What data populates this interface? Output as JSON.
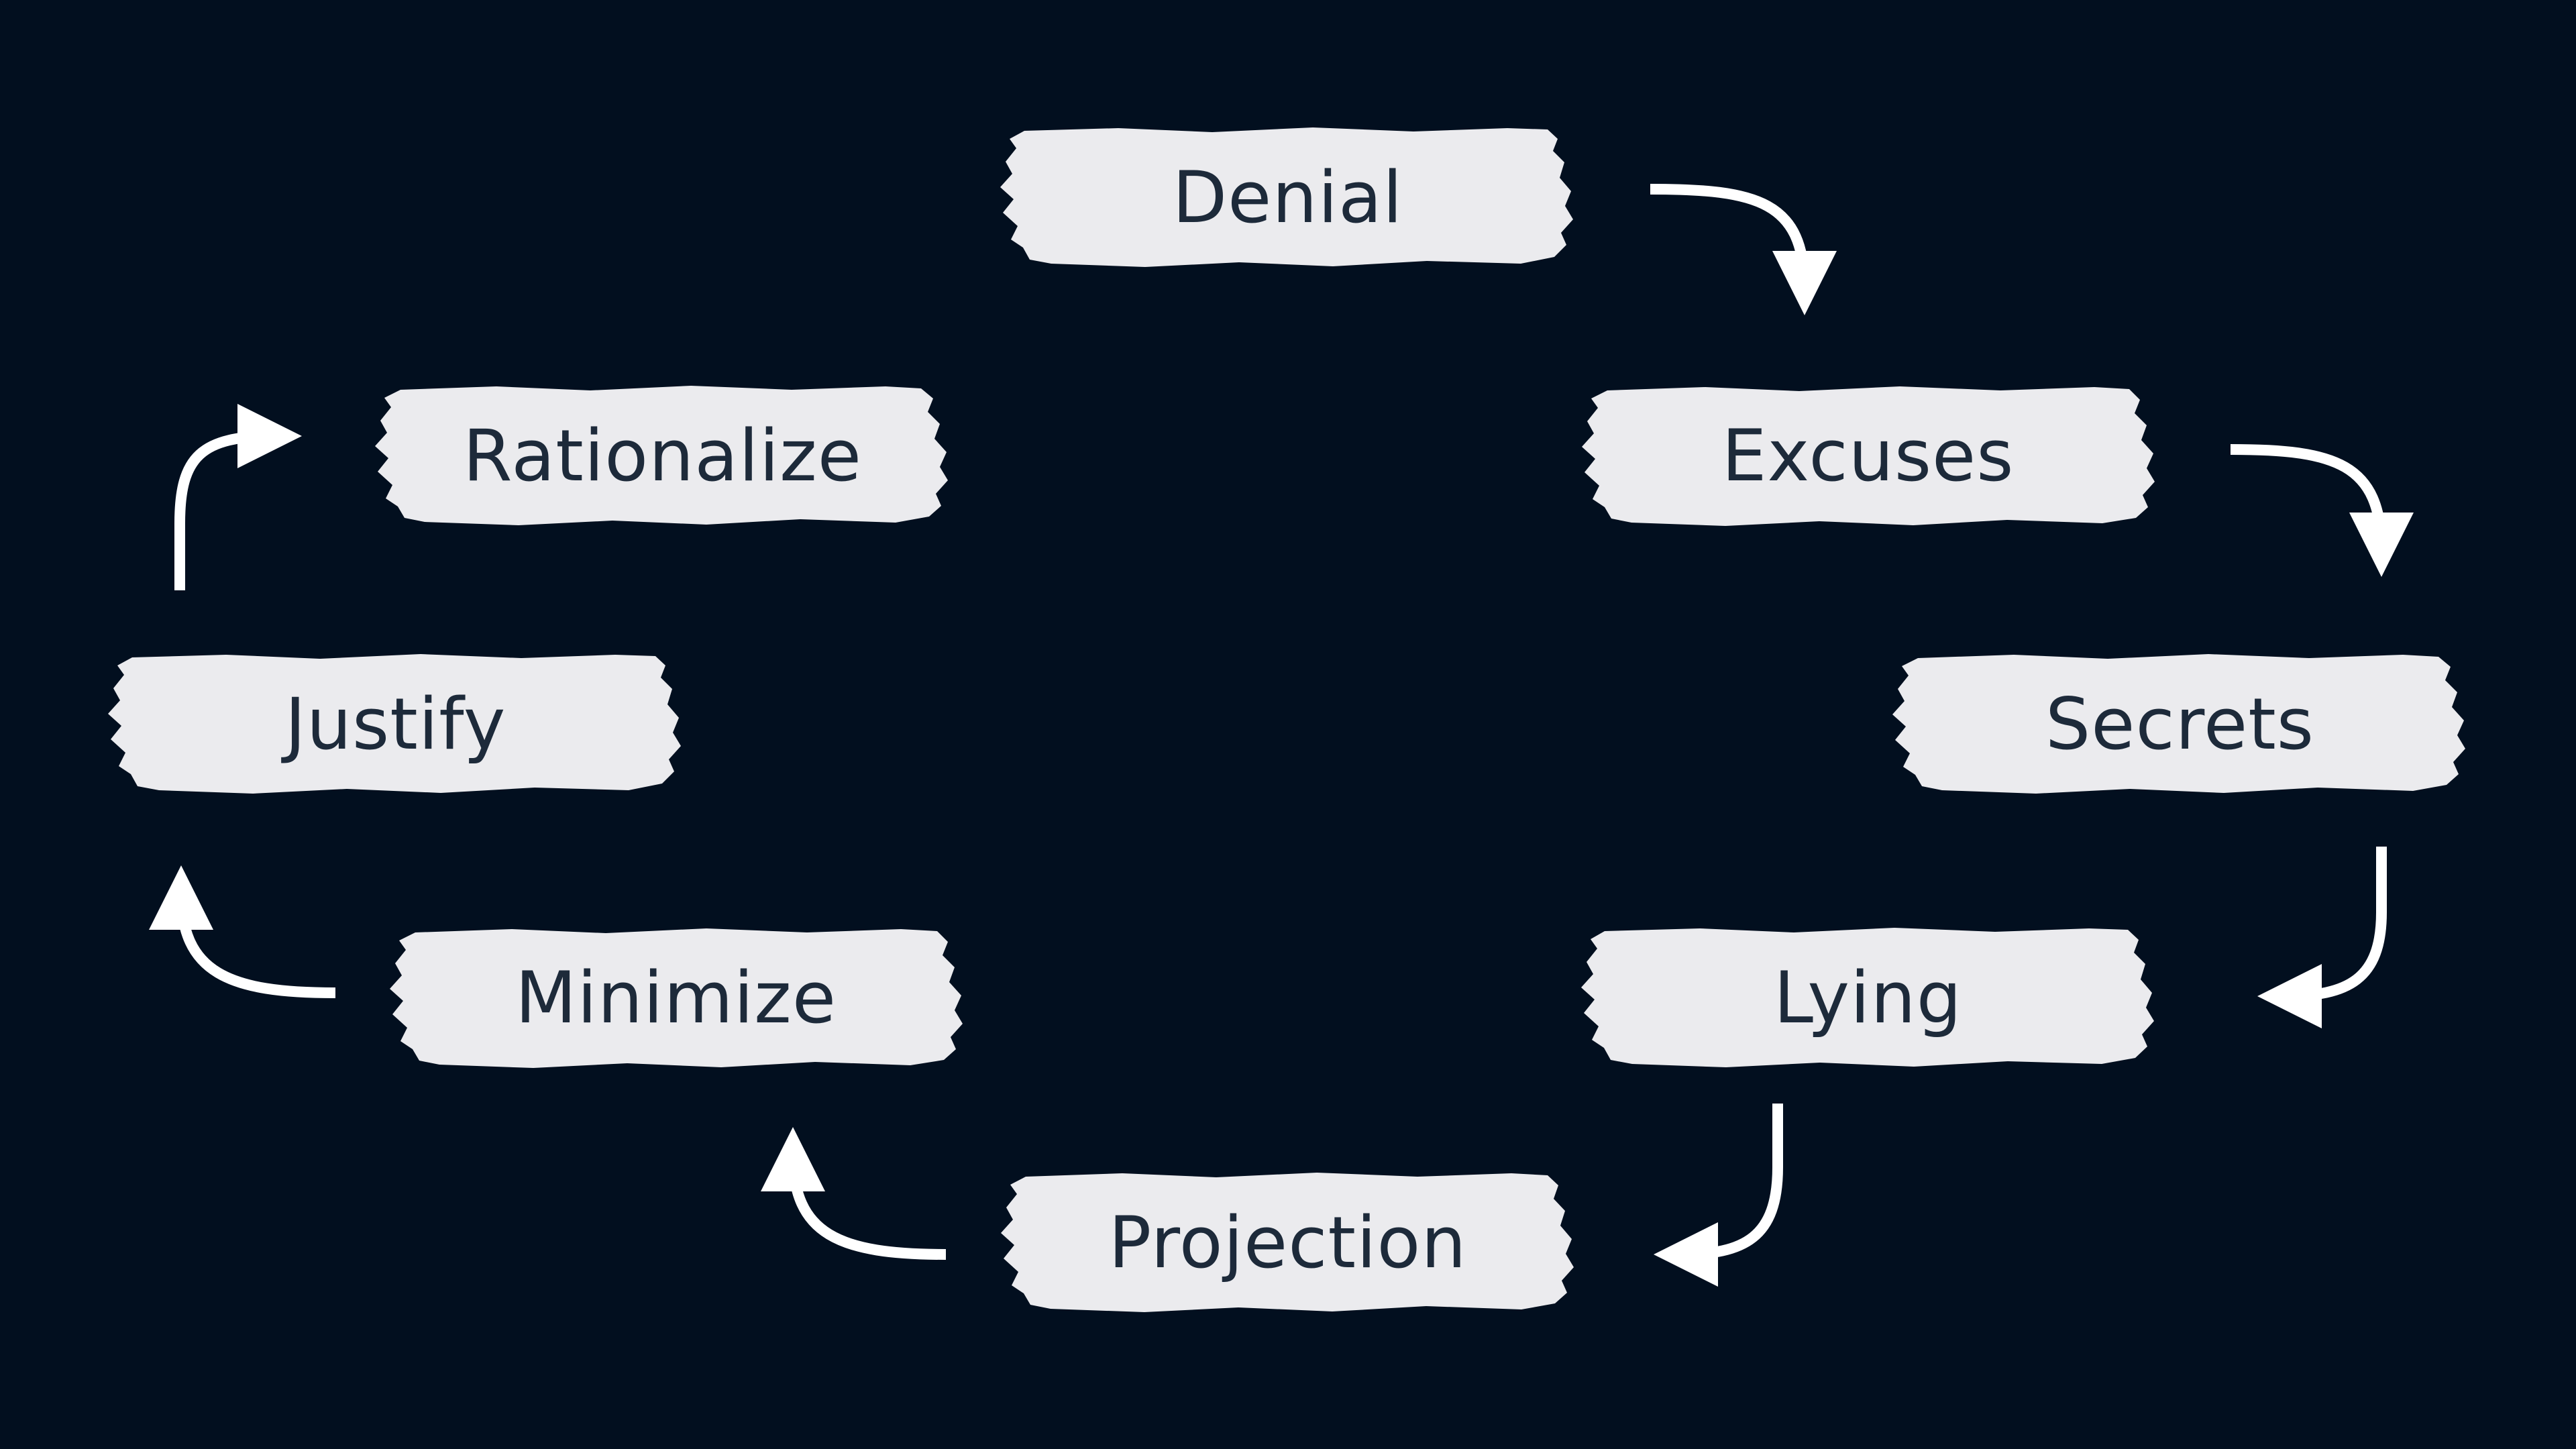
{
  "diagram": {
    "background_color": "#020f1f",
    "box_color": "#ebebee",
    "text_color": "#1d2a3a",
    "arrow_color": "#ffffff",
    "nodes": [
      {
        "id": "denial",
        "label": "Denial"
      },
      {
        "id": "excuses",
        "label": "Excuses"
      },
      {
        "id": "secrets",
        "label": "Secrets"
      },
      {
        "id": "lying",
        "label": "Lying"
      },
      {
        "id": "projection",
        "label": "Projection"
      },
      {
        "id": "minimize",
        "label": "Minimize"
      },
      {
        "id": "justify",
        "label": "Justify"
      },
      {
        "id": "rationalize",
        "label": "Rationalize"
      }
    ],
    "edges": [
      {
        "from": "denial",
        "to": "excuses"
      },
      {
        "from": "excuses",
        "to": "secrets"
      },
      {
        "from": "secrets",
        "to": "lying"
      },
      {
        "from": "lying",
        "to": "projection"
      },
      {
        "from": "projection",
        "to": "minimize"
      },
      {
        "from": "minimize",
        "to": "justify"
      },
      {
        "from": "justify",
        "to": "rationalize"
      }
    ]
  }
}
